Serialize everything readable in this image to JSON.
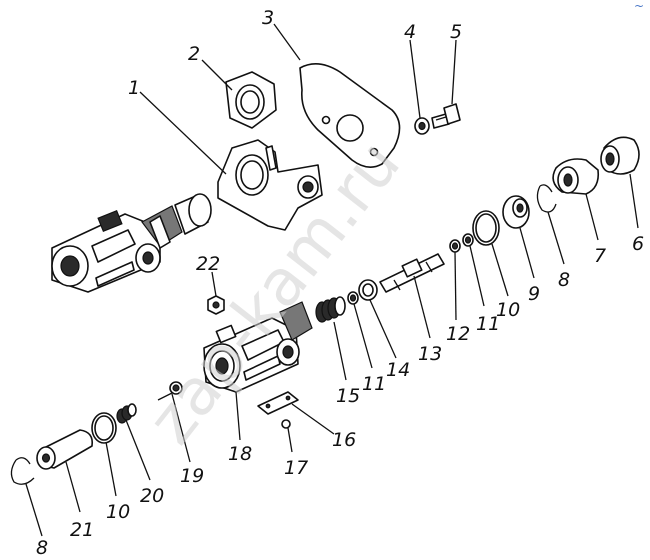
{
  "watermark": "zap-kam.ru",
  "corner_mark": "~",
  "callouts": [
    {
      "id": "c1",
      "text": "1"
    },
    {
      "id": "c2",
      "text": "2"
    },
    {
      "id": "c3",
      "text": "3"
    },
    {
      "id": "c4",
      "text": "4"
    },
    {
      "id": "c5",
      "text": "5"
    },
    {
      "id": "c6",
      "text": "6"
    },
    {
      "id": "c7",
      "text": "7"
    },
    {
      "id": "c8a",
      "text": "8"
    },
    {
      "id": "c9",
      "text": "9"
    },
    {
      "id": "c10a",
      "text": "10"
    },
    {
      "id": "c11a",
      "text": "11"
    },
    {
      "id": "c12",
      "text": "12"
    },
    {
      "id": "c13",
      "text": "13"
    },
    {
      "id": "c14",
      "text": "14"
    },
    {
      "id": "c11b",
      "text": "11"
    },
    {
      "id": "c15",
      "text": "15"
    },
    {
      "id": "c22",
      "text": "22"
    },
    {
      "id": "c16",
      "text": "16"
    },
    {
      "id": "c17",
      "text": "17"
    },
    {
      "id": "c18",
      "text": "18"
    },
    {
      "id": "c19",
      "text": "19"
    },
    {
      "id": "c20",
      "text": "20"
    },
    {
      "id": "c10b",
      "text": "10"
    },
    {
      "id": "c21",
      "text": "21"
    },
    {
      "id": "c8b",
      "text": "8"
    }
  ]
}
